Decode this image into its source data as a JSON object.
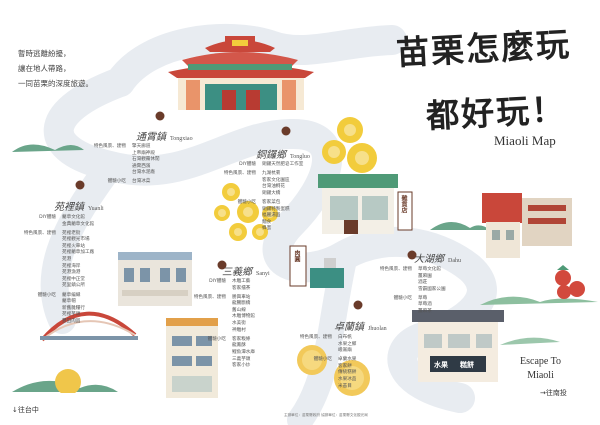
{
  "intro": [
    "暫時逃離紛擾，",
    "讓在地人帶路，",
    "一同苗栗的深度旅遊。"
  ],
  "title_lines": [
    "苗栗怎麼玩",
    "都好玩！"
  ],
  "map_name": "Miaoli  Map",
  "towns": [
    {
      "id": "tongxiao",
      "zh": "通霄鎮",
      "en": "Tongxiao",
      "sections": [
        {
          "cat": "特色風景、建物",
          "items": [
            "擎天廊道",
            "上帝廟神殿",
            "石灣觀霧休閒",
            "通霄西濱",
            "台灣水泥廠"
          ]
        },
        {
          "cat": "體驗小吃",
          "items": [
            "台灣冰菜"
          ]
        }
      ]
    },
    {
      "id": "tongluo",
      "zh": "銅鑼鄉",
      "en": "Tongluo",
      "sections": [
        {
          "cat": "DIY體驗",
          "items": [
            "銅鑼天然肥皂工作室"
          ]
        },
        {
          "cat": "特色風景、建物",
          "items": [
            "九湖杭菊",
            "客家文化園區",
            "台灣油桐花",
            "銅鑼大橋"
          ]
        },
        {
          "cat": "體驗小吃",
          "items": [
            "客家菜包",
            "銅鑼特製蛋糕",
            "福麗湯圓",
            "麵食",
            "蜂蜜"
          ]
        }
      ]
    },
    {
      "id": "yuanli",
      "zh": "苑裡鎮",
      "en": "Yuanli",
      "sections": [
        {
          "cat": "DIY體驗",
          "items": [
            "藺草文化館",
            "金典藺草文化館"
          ]
        },
        {
          "cat": "特色風景、建物",
          "items": [
            "苑裡老街",
            "苑裡觀光市場",
            "苑裡火車站",
            "苑裡藺草加工廠",
            "苑港",
            "苑裡海岸",
            "苑港漁港",
            "苑裡中正堂",
            "苑里鎮公所"
          ]
        },
        {
          "cat": "體驗小吃",
          "items": [
            "藺草編織",
            "藺草帽",
            "新舊雜糧行",
            "苑裡芋頭",
            "豐田肉圓"
          ]
        }
      ]
    },
    {
      "id": "sanyi",
      "zh": "三義鄉",
      "en": "Sanyi",
      "sections": [
        {
          "cat": "DIY體驗",
          "items": [
            "木雕工藝",
            "客家擂茶"
          ]
        },
        {
          "cat": "特色風景、建物",
          "items": [
            "勝興車站",
            "龍騰斷橋",
            "舊山線",
            "木雕博物館",
            "水美街",
            "神雕村"
          ]
        },
        {
          "cat": "體驗小吃",
          "items": [
            "客家粄條",
            "龍鳳酥",
            "鯉魚潭水庫",
            "三義芋頭",
            "客家小炒"
          ]
        }
      ]
    },
    {
      "id": "dahu",
      "zh": "大湖鄉",
      "en": "Dahu",
      "sections": [
        {
          "cat": "特色風景、建物",
          "items": [
            "草莓文化館",
            "薑麻園",
            "酒莊",
            "雪霸國家公園"
          ]
        },
        {
          "cat": "體驗小吃",
          "items": [
            "草莓",
            "草莓酒",
            "薑麻茶"
          ]
        }
      ]
    },
    {
      "id": "zhuolan",
      "zh": "卓蘭鎮",
      "en": "Jhuolan",
      "sections": [
        {
          "cat": "特色風景、建物",
          "items": [
            "白布帆",
            "水果之鄉",
            "峨崙廟"
          ]
        },
        {
          "cat": "體驗小吃",
          "items": [
            "卓蘭水果",
            "客家餅",
            "傳統糕餅",
            "水果冰品",
            "米苔目"
          ]
        }
      ]
    }
  ],
  "signs": {
    "tongluo_shop": "雜貨店",
    "sanyi_shop": "肉圓",
    "store_name": "水果",
    "shop_sign": "糕餅"
  },
  "escape_lines": [
    "Escape To",
    "Miaoli"
  ],
  "dir_left": "↓往台中",
  "dir_right": "→往南投",
  "credits": "主辦單位：苗栗縣政府  協辦單位：苗栗縣文化觀光局",
  "colors": {
    "road": "#e8ecf1",
    "brick": "#c9473a",
    "green": "#4f9a77",
    "flower": "#f2cc3c",
    "stop": "#6a3b2a",
    "hill": "#6aa58a",
    "sun": "#f0c64a"
  }
}
